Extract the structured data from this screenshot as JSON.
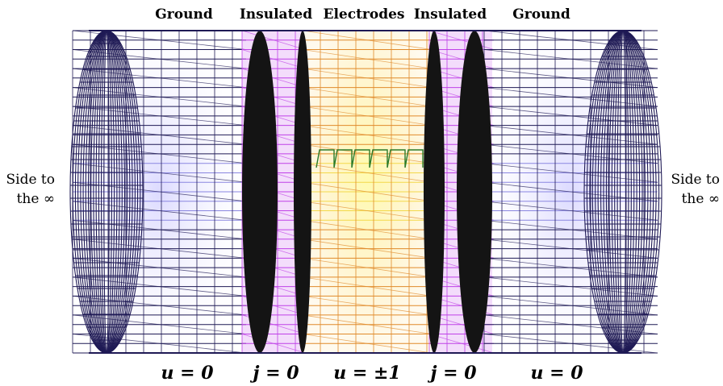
{
  "top_labels": {
    "left_ground": "Ground",
    "left_insulated": "Insulated",
    "electrodes": "Electrodes",
    "right_insulated": "Insulated",
    "right_ground": "Ground"
  },
  "side_labels": {
    "left_line1": "Side to",
    "left_line2": "the ∞",
    "right_line1": "Side to",
    "right_line2": "the ∞"
  },
  "conditions": {
    "left_ground": "u = 0",
    "left_insulated": "j = 0",
    "electrodes": "u = ±1",
    "right_insulated": "j = 0",
    "right_ground": "u = 0"
  },
  "colors": {
    "ground_mesh": "#1f1a55",
    "ground_light": "#8a86e0",
    "insulated_band": "#c040e8",
    "insulated_dark": "#141414",
    "electrode_mesh": "#e08a2a",
    "electrode_glow": "#fff79a",
    "electrode_wire": "#2a7a2a"
  }
}
